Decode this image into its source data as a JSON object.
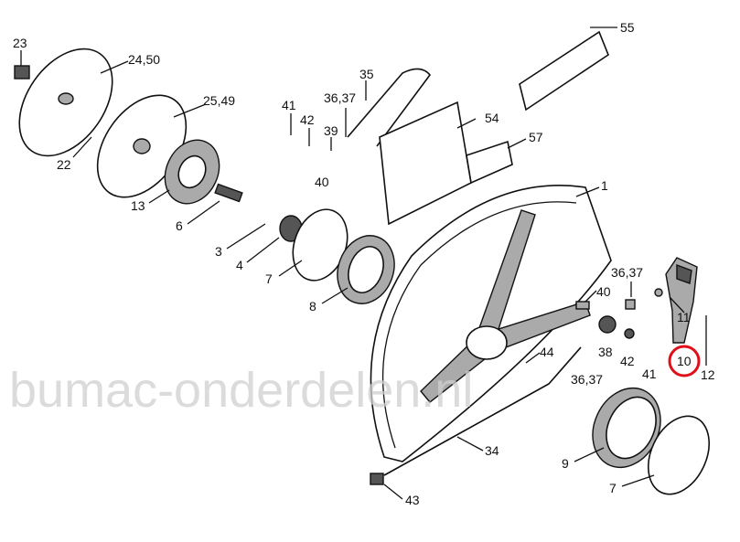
{
  "watermark": "bumac-onderdelen.nl",
  "highlight_color": "#e0101a",
  "labels": {
    "p23": "23",
    "p24_50": "24,50",
    "p25_49": "25,49",
    "p22": "22",
    "p13": "13",
    "p6": "6",
    "p3": "3",
    "p4": "4",
    "p7a": "7",
    "p8": "8",
    "p41a": "41",
    "p42a": "42",
    "p39": "39",
    "p36_37a": "36,37",
    "p35": "35",
    "p40a": "40",
    "p54": "54",
    "p55": "55",
    "p57": "57",
    "p1": "1",
    "p36_37b": "36,37",
    "p40b": "40",
    "p11": "11",
    "p38": "38",
    "p42b": "42",
    "p41b": "41",
    "p44": "44",
    "p36_37c": "36,37",
    "p10": "10",
    "p12": "12",
    "p34": "34",
    "p9": "9",
    "p7b": "7",
    "p43": "43"
  }
}
